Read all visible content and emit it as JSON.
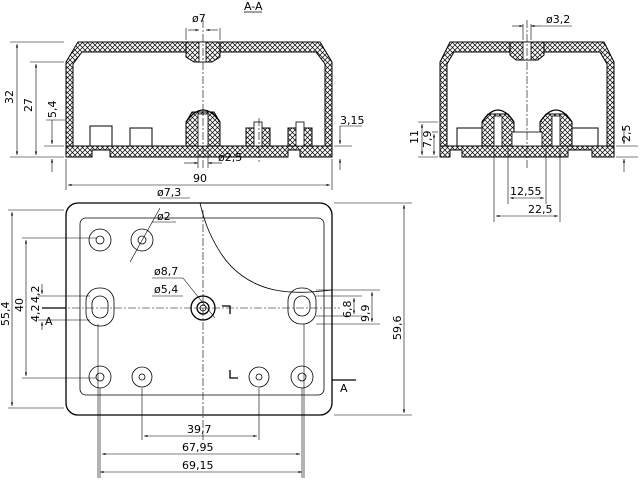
{
  "section_label": "A-A",
  "cut_marker": "A",
  "front_view": {
    "dims": {
      "d_top_hole": "ø7",
      "height_total": "32",
      "height_inner": "27",
      "base": "5,4",
      "boss": "ø2,5",
      "step": "3,15",
      "width": "90"
    }
  },
  "side_view": {
    "dims": {
      "d_top_hole": "ø3,2",
      "h11": "11",
      "h79": "7,9",
      "h25": "2,5",
      "w1255": "12,55",
      "w225": "22,5"
    }
  },
  "top_view": {
    "dims": {
      "d73": "ø7,3",
      "d2": "ø2",
      "d87": "ø8,7",
      "d54": "ø5,4",
      "h554": "55,4",
      "h40": "40",
      "h42": "4,2",
      "h42b": "4,2",
      "s68": "6,8",
      "s99": "9,9",
      "h596": "59,6",
      "w397": "39,7",
      "w6795": "67,95",
      "w6915": "69,15"
    }
  }
}
